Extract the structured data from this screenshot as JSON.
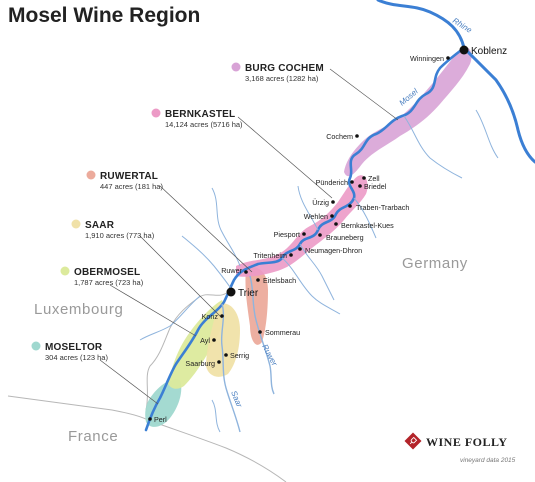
{
  "title": "Mosel Wine Region",
  "colors": {
    "river": "#3b7fd4",
    "tributary": "#8fb4dd",
    "border": "#b7b7b7",
    "burg_cochem": "#d8a3d6",
    "bernkastel": "#ec9ac6",
    "ruwertal": "#ecab9c",
    "saar": "#f0e1a8",
    "obermosel": "#dcea9c",
    "moseltor": "#9fd8cf"
  },
  "regions": [
    {
      "name": "BURG COCHEM",
      "acres": "3,168 acres (1282 ha)"
    },
    {
      "name": "BERNKASTEL",
      "acres": "14,124 acres (5716 ha)"
    },
    {
      "name": "RUWERTAL",
      "acres": "447 acres (181 ha)"
    },
    {
      "name": "SAAR",
      "acres": "1,910 acres (773 ha)"
    },
    {
      "name": "OBERMOSEL",
      "acres": "1,787 acres (723 ha)"
    },
    {
      "name": "MOSELTOR",
      "acres": "304 acres (123 ha)"
    }
  ],
  "cities": [
    "Koblenz",
    "Trier"
  ],
  "towns": [
    "Winningen",
    "Cochem",
    "Zell",
    "Briedel",
    "Pünderich",
    "Traben-Trarbach",
    "Ürzig",
    "Wehlen",
    "Bernkastel-Kues",
    "Piesport",
    "Brauneberg",
    "Neumagen-Dhron",
    "Tritenheim",
    "Ruwer",
    "Eitelsbach",
    "Konz",
    "Sommerau",
    "Ayl",
    "Serrig",
    "Saarburg",
    "Perl"
  ],
  "countries": [
    "Germany",
    "Luxembourg",
    "France"
  ],
  "rivers": [
    "Rhine",
    "Mosel",
    "Ruwer",
    "Saar"
  ],
  "logo": "WINE FOLLY",
  "credit": "vineyard data 2015"
}
